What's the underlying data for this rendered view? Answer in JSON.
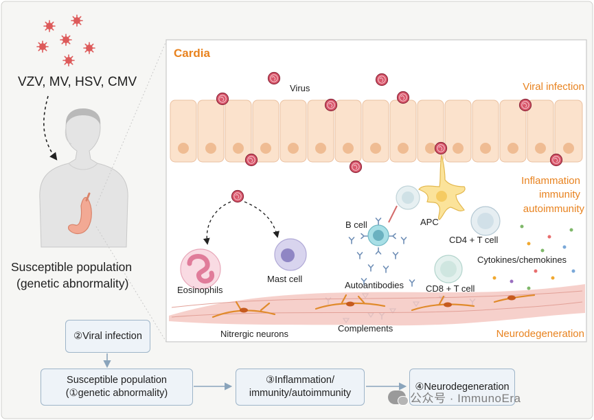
{
  "left_panel": {
    "viruses_label": "VZV, MV, HSV, CMV",
    "population_label_line1": "Susceptible population",
    "population_label_line2": "(genetic abnormality)"
  },
  "cardia_panel": {
    "title": "Cardia",
    "virus_label": "Virus",
    "section_labels": {
      "viral_infection": "Viral infection",
      "inflammation_line1": "Inflammation",
      "inflammation_line2": "immunity",
      "inflammation_line3": "autoimmunity",
      "neurodegeneration": "Neurodegeneration"
    },
    "cell_labels": {
      "b_cell": "B cell",
      "apc": "APC",
      "cd4": "CD4 + T cell",
      "cd8": "CD8 + T cell",
      "cytokines": "Cytokines/chemokines",
      "eosinophils": "Eosinophils",
      "mast_cell": "Mast cell",
      "autoantibodies": "Autoantibodies",
      "complements": "Complements",
      "nitrergic_neurons": "Nitrergic neurons"
    }
  },
  "flow": {
    "step2": "②Viral infection",
    "step1_line1": "Susceptible population",
    "step1_line2": "(①genetic abnormality)",
    "step3_line1": "③Inflammation/",
    "step3_line2": "immunity/autoimmunity",
    "step4": "④Neurodegeneration"
  },
  "watermark": "公众号 · ImmunoEra",
  "colors": {
    "accent_orange": "#e8821e",
    "virus_red": "#c8445a",
    "frame_bg": "#f6f6f4",
    "flow_box_bg": "#eef3f8"
  }
}
